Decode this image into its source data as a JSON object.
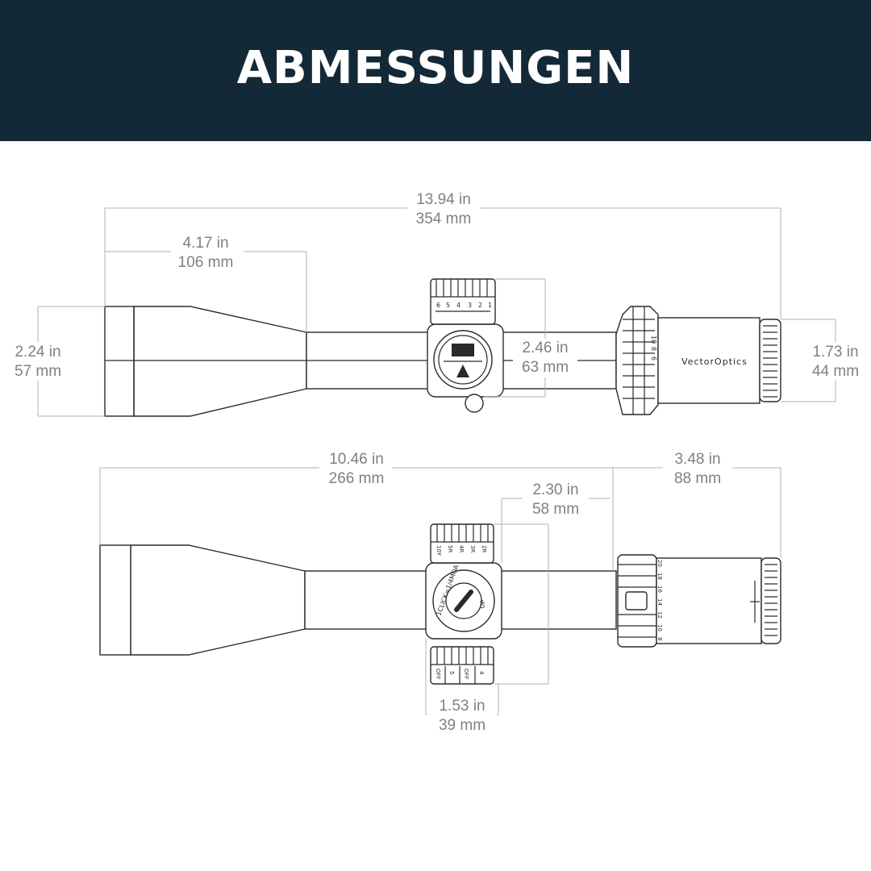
{
  "header": {
    "title": "ABMESSUNGEN",
    "background": "#132937",
    "text_color": "#ffffff"
  },
  "top_view": {
    "overall": {
      "in": "13.94 in",
      "mm": "354 mm"
    },
    "objective_bell": {
      "in": "4.17 in",
      "mm": "106 mm"
    },
    "objective_diameter": {
      "in": "2.24 in",
      "mm": "57 mm"
    },
    "turret_height": {
      "in": "2.46 in",
      "mm": "63 mm"
    },
    "eyepiece_diameter": {
      "in": "1.73 in",
      "mm": "44 mm"
    },
    "brand_text": "VectorOptics",
    "elevation_scale": [
      "6",
      "5",
      "4",
      "3",
      "2",
      "1"
    ],
    "mag_ring": [
      "10",
      "8",
      "6"
    ]
  },
  "side_view": {
    "front_section": {
      "in": "10.46 in",
      "mm": "266 mm"
    },
    "rear_section": {
      "in": "3.48 in",
      "mm": "88 mm"
    },
    "turret_span": {
      "in": "2.30 in",
      "mm": "58 mm"
    },
    "turret_width": {
      "in": "1.53 in",
      "mm": "39 mm"
    },
    "turret_dial_text": "1CLICK=1/4MOA",
    "turret_dial_dir": "UP",
    "parallax_scale": [
      "10Y",
      "5R",
      "4R",
      "3R",
      "2R"
    ],
    "illum_scale": [
      "OFF",
      "5",
      "OFF",
      "4"
    ],
    "mag_ring": [
      "20",
      "18",
      "16",
      "14",
      "12",
      "10",
      "8"
    ]
  },
  "colors": {
    "dimension_text": "#808080",
    "dimension_line": "#b0b0b0",
    "outline": "#2a2a2a"
  }
}
